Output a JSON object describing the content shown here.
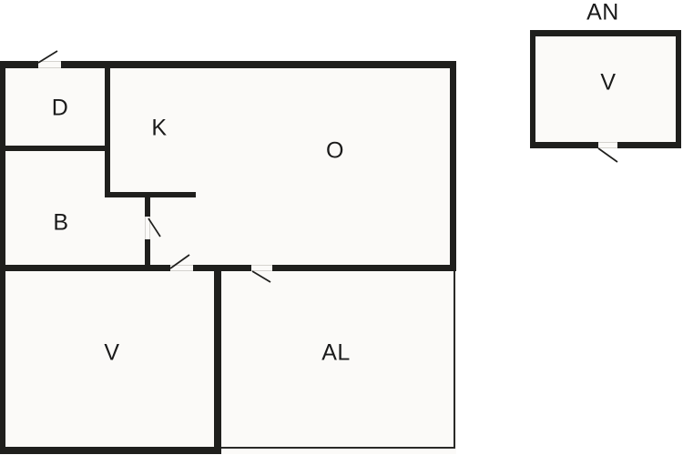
{
  "plan": {
    "colors": {
      "wall": "#1f1f1d",
      "floor": "#fbfaf8",
      "background": "#ffffff",
      "door_swing_line": "#1f1f1d"
    },
    "main_building": {
      "rooms": [
        {
          "id": "d",
          "label": "D"
        },
        {
          "id": "k",
          "label": "K"
        },
        {
          "id": "o",
          "label": "O"
        },
        {
          "id": "b",
          "label": "B"
        },
        {
          "id": "v",
          "label": "V"
        },
        {
          "id": "al",
          "label": "AL"
        }
      ]
    },
    "annex": {
      "label": "AN",
      "rooms": [
        {
          "id": "annex-v",
          "label": "V"
        }
      ]
    }
  }
}
